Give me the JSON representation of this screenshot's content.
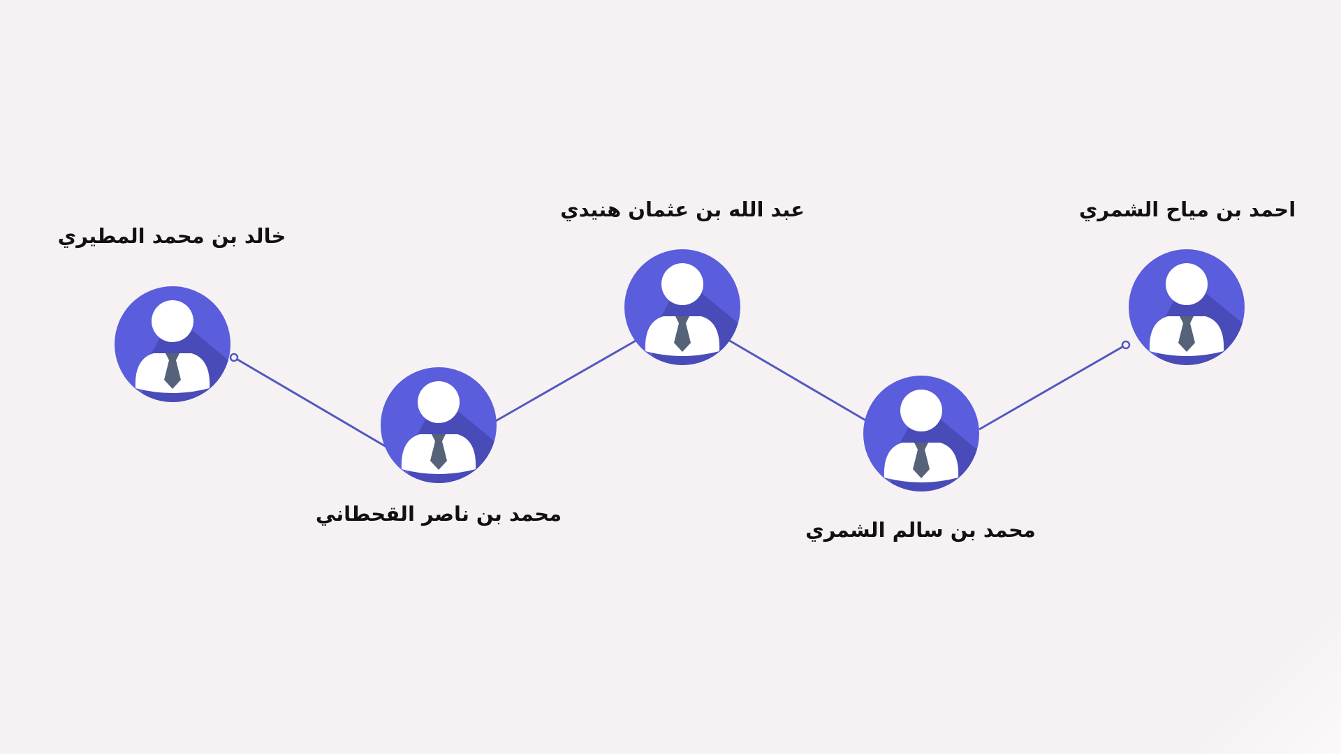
{
  "colors": {
    "background": "#f6f2f3",
    "avatar_circle": "#5a5ddc",
    "avatar_shadow": "#4548b2",
    "avatar_figure": "#ffffff",
    "tie": "#56627a",
    "connector": "#5358c0",
    "label_text": "#111111"
  },
  "icons": {
    "avatar": "person-with-tie-icon"
  },
  "nodes": [
    {
      "name": "خالد بن محمد المطيري"
    },
    {
      "name": "محمد بن ناصر القحطاني"
    },
    {
      "name": "عبد الله بن عثمان هنيدي"
    },
    {
      "name": "محمد بن سالم الشمري"
    },
    {
      "name": "احمد بن مياح الشمري"
    }
  ]
}
